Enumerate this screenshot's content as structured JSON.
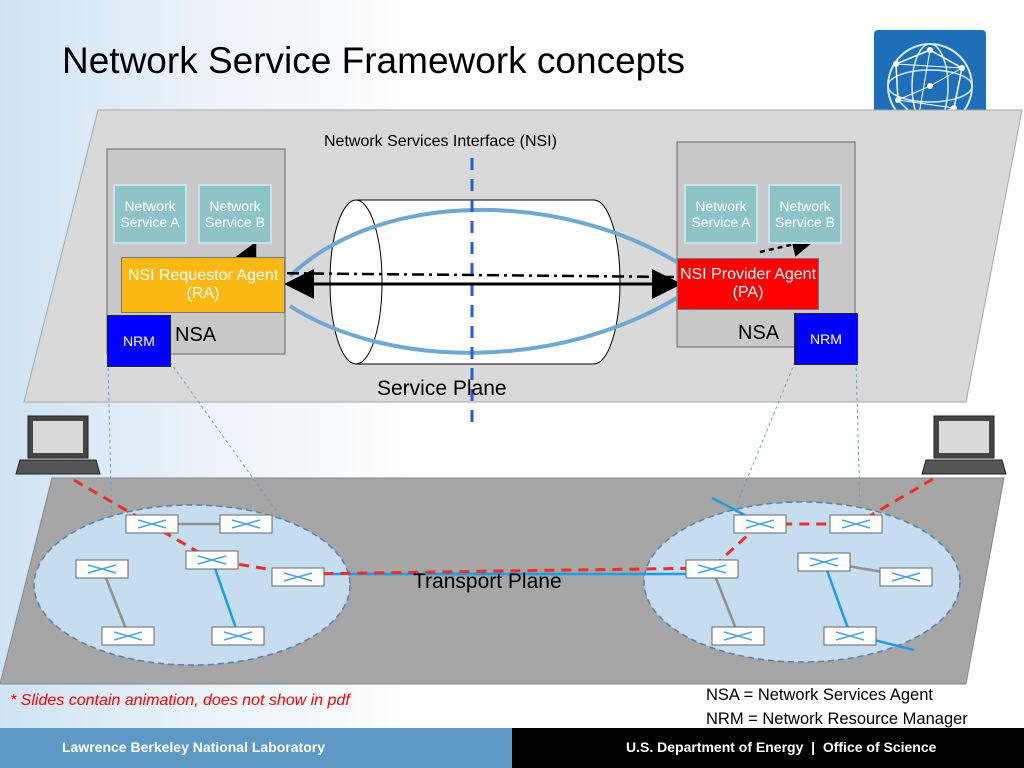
{
  "title": "Network Service Framework concepts",
  "nsi_label": "Network Services Interface (NSI)",
  "service_plane_label": "Service Plane",
  "transport_plane_label": "Transport Plane",
  "left_nsa": {
    "service_a": "Network Service A",
    "service_b": "Network Service B",
    "agent": "NSI Requestor Agent (RA)",
    "nsa_label": "NSA",
    "nrm_label": "NRM"
  },
  "right_nsa": {
    "service_a": "Network Service A",
    "service_b": "Network Service B",
    "agent": "NSI Provider Agent (PA)",
    "nsa_label": "NSA",
    "nrm_label": "NRM"
  },
  "note": "* Slides contain animation, does not show in pdf",
  "legend": {
    "nsa_def": "NSA = Network Services Agent",
    "nrm_def": "NRM = Network Resource Manager"
  },
  "footer": {
    "left": "Lawrence Berkeley National Laboratory",
    "right": "U.S. Department of Energy  |  Office of Science"
  },
  "colors": {
    "accent_blue": "#1e6fb8",
    "requestor": "#fdb813",
    "provider": "#ff0000",
    "nrm": "#0000ff",
    "service": "#8fc4c7",
    "path": "#e8302a"
  }
}
